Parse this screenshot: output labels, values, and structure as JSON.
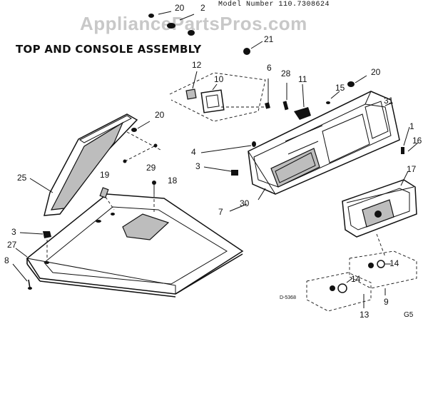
{
  "header": {
    "model_number": "Model Number 110.7308624",
    "watermark": "AppliancePartsPros.com",
    "title": "TOP AND CONSOLE ASSEMBLY",
    "drawing_code": "D-5368",
    "page_code": "G5"
  },
  "callouts": [
    {
      "label": "20"
    },
    {
      "label": "2"
    },
    {
      "label": "21"
    },
    {
      "label": "12"
    },
    {
      "label": "10"
    },
    {
      "label": "6"
    },
    {
      "label": "28"
    },
    {
      "label": "11"
    },
    {
      "label": "15"
    },
    {
      "label": "20"
    },
    {
      "label": "31"
    },
    {
      "label": "20"
    },
    {
      "label": "1"
    },
    {
      "label": "16"
    },
    {
      "label": "17"
    },
    {
      "label": "4"
    },
    {
      "label": "3"
    },
    {
      "label": "29"
    },
    {
      "label": "19"
    },
    {
      "label": "18"
    },
    {
      "label": "25"
    },
    {
      "label": "7"
    },
    {
      "label": "30"
    },
    {
      "label": "3"
    },
    {
      "label": "27"
    },
    {
      "label": "8"
    },
    {
      "label": "14"
    },
    {
      "label": "14"
    },
    {
      "label": "9"
    },
    {
      "label": "13"
    }
  ]
}
